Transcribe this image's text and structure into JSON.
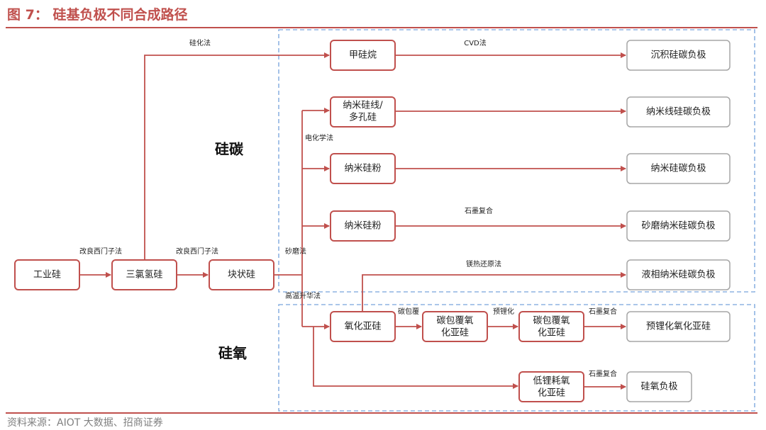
{
  "title": "图 7：  硅基负极不同合成路径",
  "source": "资料来源：AIOT 大数据、招商证券",
  "regions": {
    "silicon_carbon": "硅碳",
    "silicon_oxygen": "硅氧"
  },
  "nodes": {
    "industrial_si": "工业硅",
    "trichlorosilane": "三氯氢硅",
    "bulk_si": "块状硅",
    "silane": "甲硅烷",
    "deposit_anode": "沉积硅碳负极",
    "nanowire_line1": "纳米硅线/",
    "nanowire_line2": "多孔硅",
    "nanowire_anode": "纳米线硅碳负极",
    "nano_powder_1": "纳米硅粉",
    "nano_anode": "纳米硅碳负极",
    "nano_powder_2": "纳米硅粉",
    "grind_anode": "砂磨纳米硅碳负极",
    "liquid_anode": "液相纳米硅碳负极",
    "siox": "氧化亚硅",
    "coated_line1": "碳包覆氧",
    "coated_line2": "化亚硅",
    "coated2_line1": "碳包覆氧",
    "coated2_line2": "化亚硅",
    "prelith_anode": "预锂化氧化亚硅",
    "lowli_line1": "低锂耗氧",
    "lowli_line2": "化亚硅",
    "siox_anode": "硅氧负极"
  },
  "edge_labels": {
    "silicification": "硅化法",
    "modified_siemens_1": "改良西门子法",
    "modified_siemens_2": "改良西门子法",
    "cvd": "CVD法",
    "electrochem": "电化学法",
    "graphite_composite_1": "石墨复合",
    "sand_grind": "砂磨法",
    "mg_thermal": "镁热还原法",
    "sublimation": "高温升华法",
    "carbon_coat": "碳包覆",
    "prelithiation": "预锂化",
    "graphite_composite_2": "石墨复合",
    "graphite_composite_3": "石墨复合"
  },
  "colors": {
    "accent": "#c0504d",
    "result_border": "#a6a6a6",
    "region_border": "#8db3e2"
  }
}
